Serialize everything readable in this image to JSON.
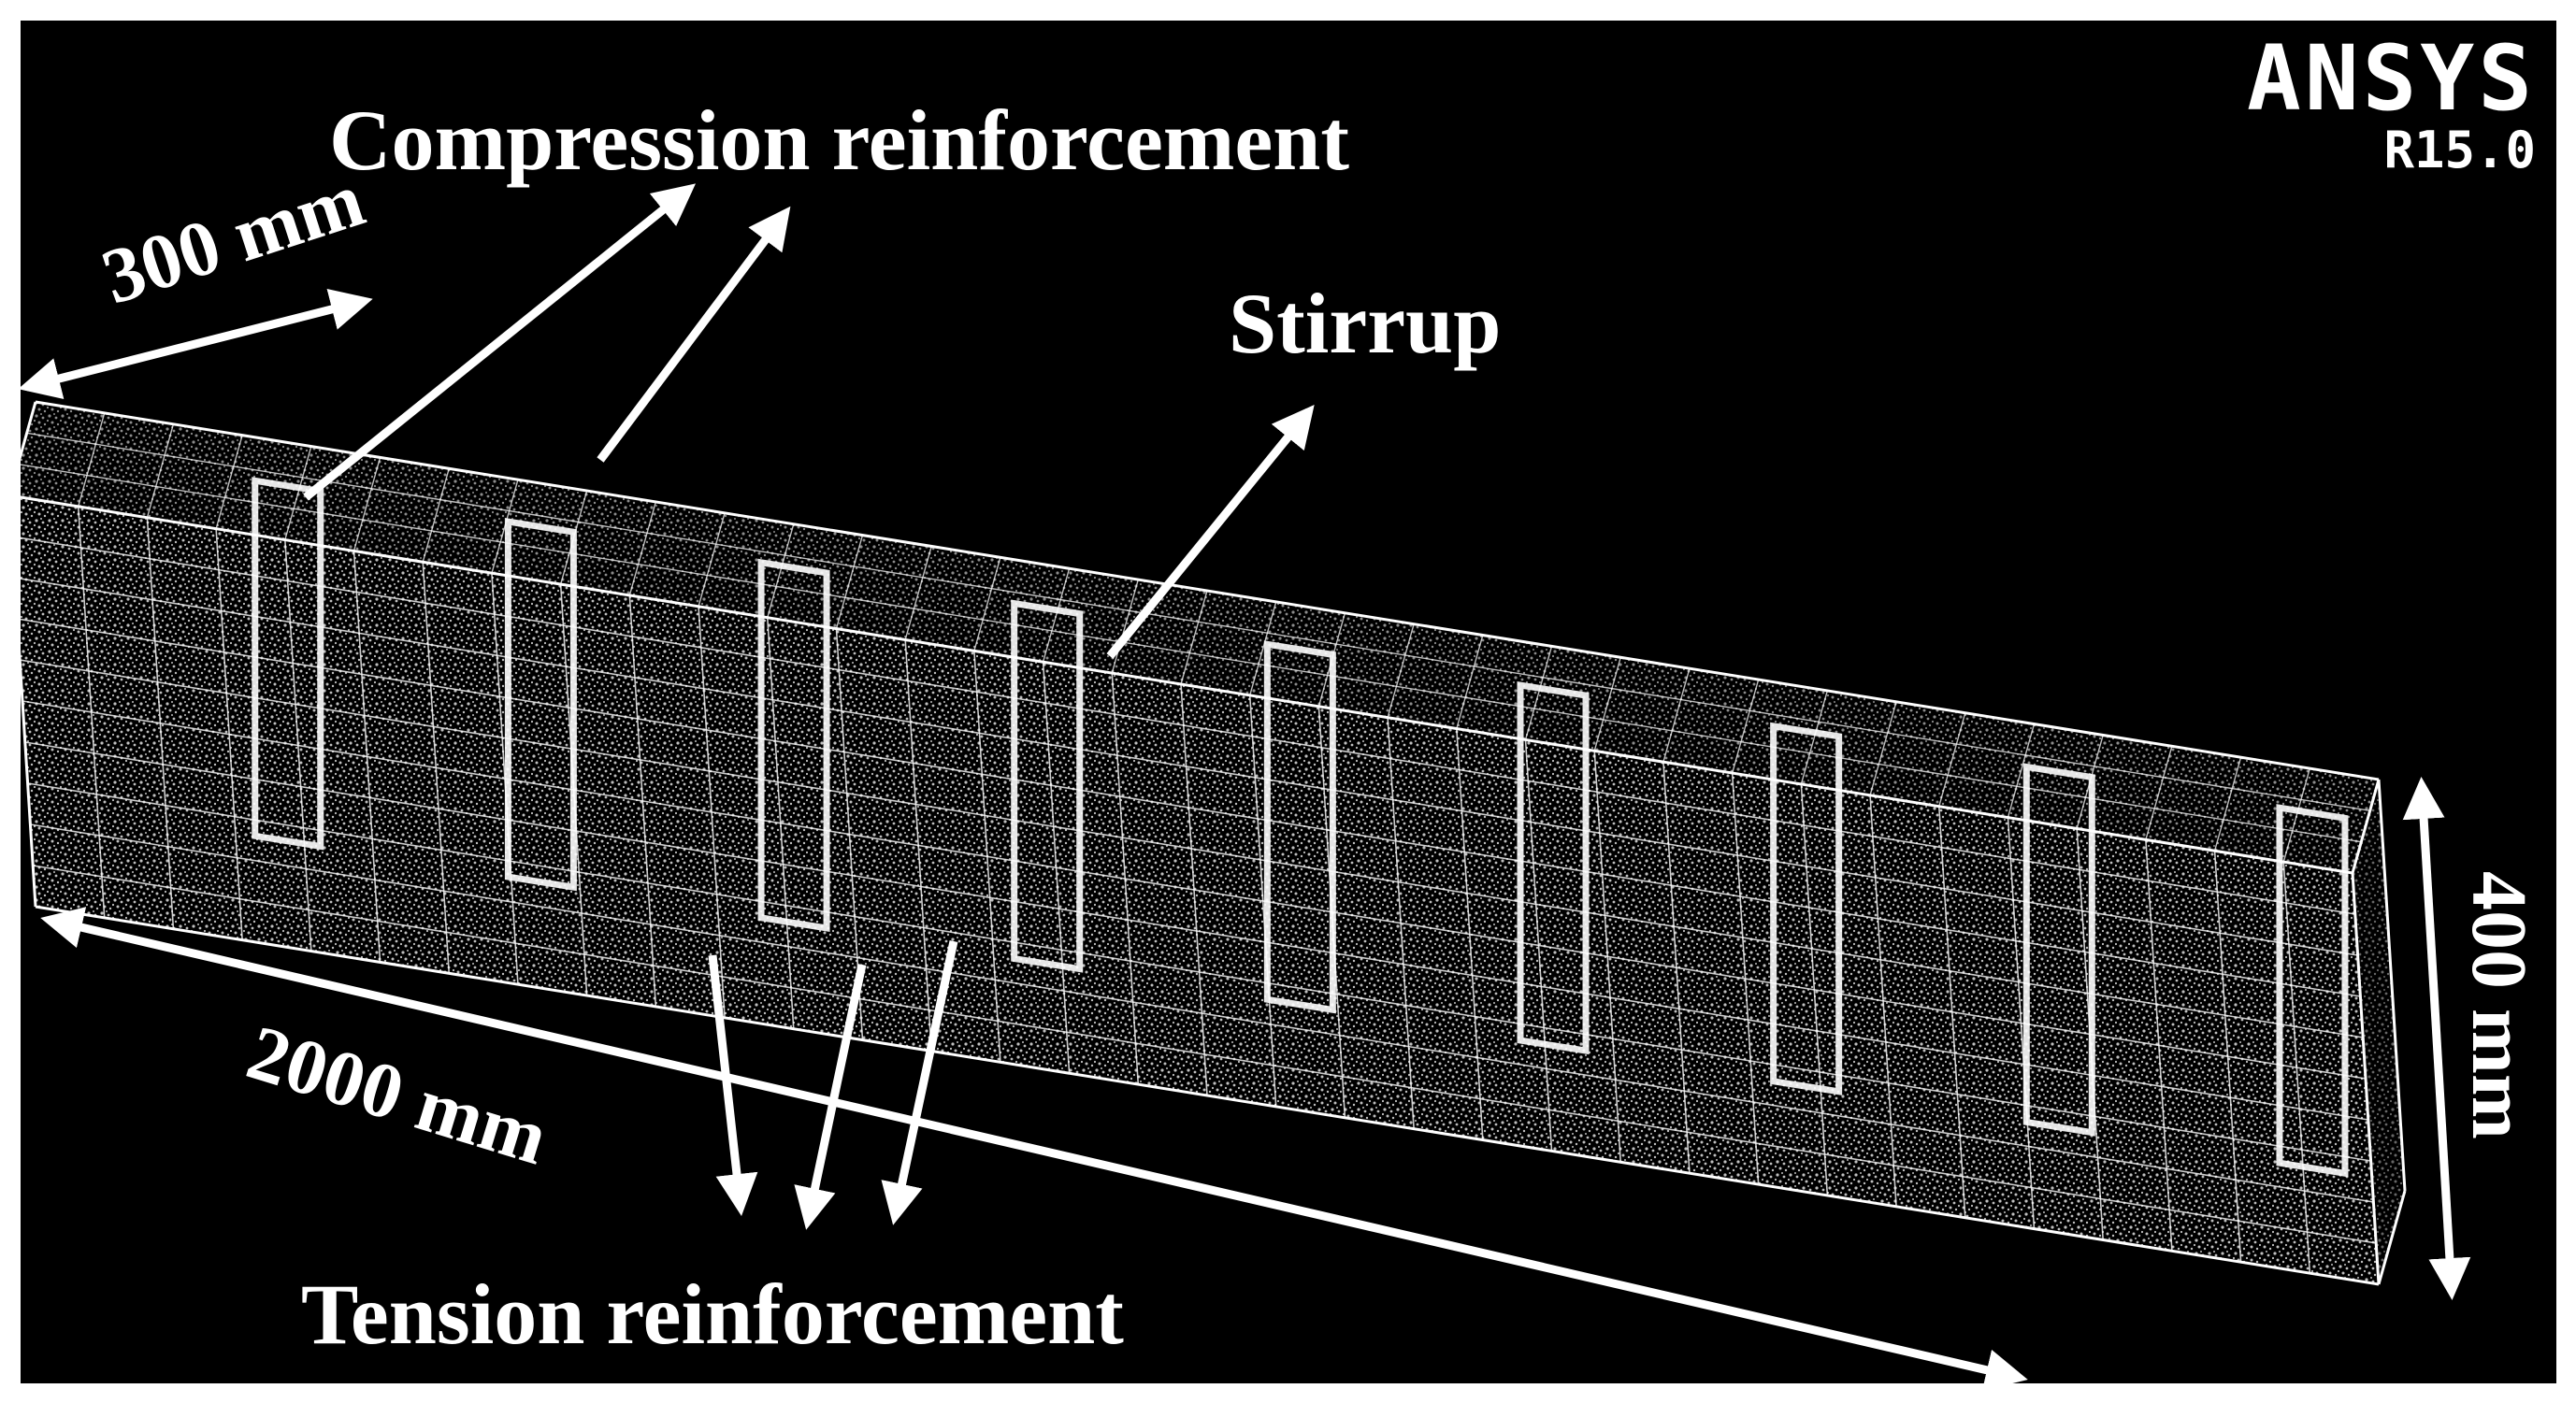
{
  "software": {
    "name": "ANSYS",
    "version": "R15.0"
  },
  "labels": {
    "compression": "Compression reinforcement",
    "stirrup": "Stirrup",
    "tension": "Tension reinforcement",
    "width": "300 mm",
    "length": "2000 mm",
    "height": "400 mm"
  },
  "colors": {
    "background": "#000000",
    "lines": "#ffffff",
    "frame": "#ffffff"
  }
}
